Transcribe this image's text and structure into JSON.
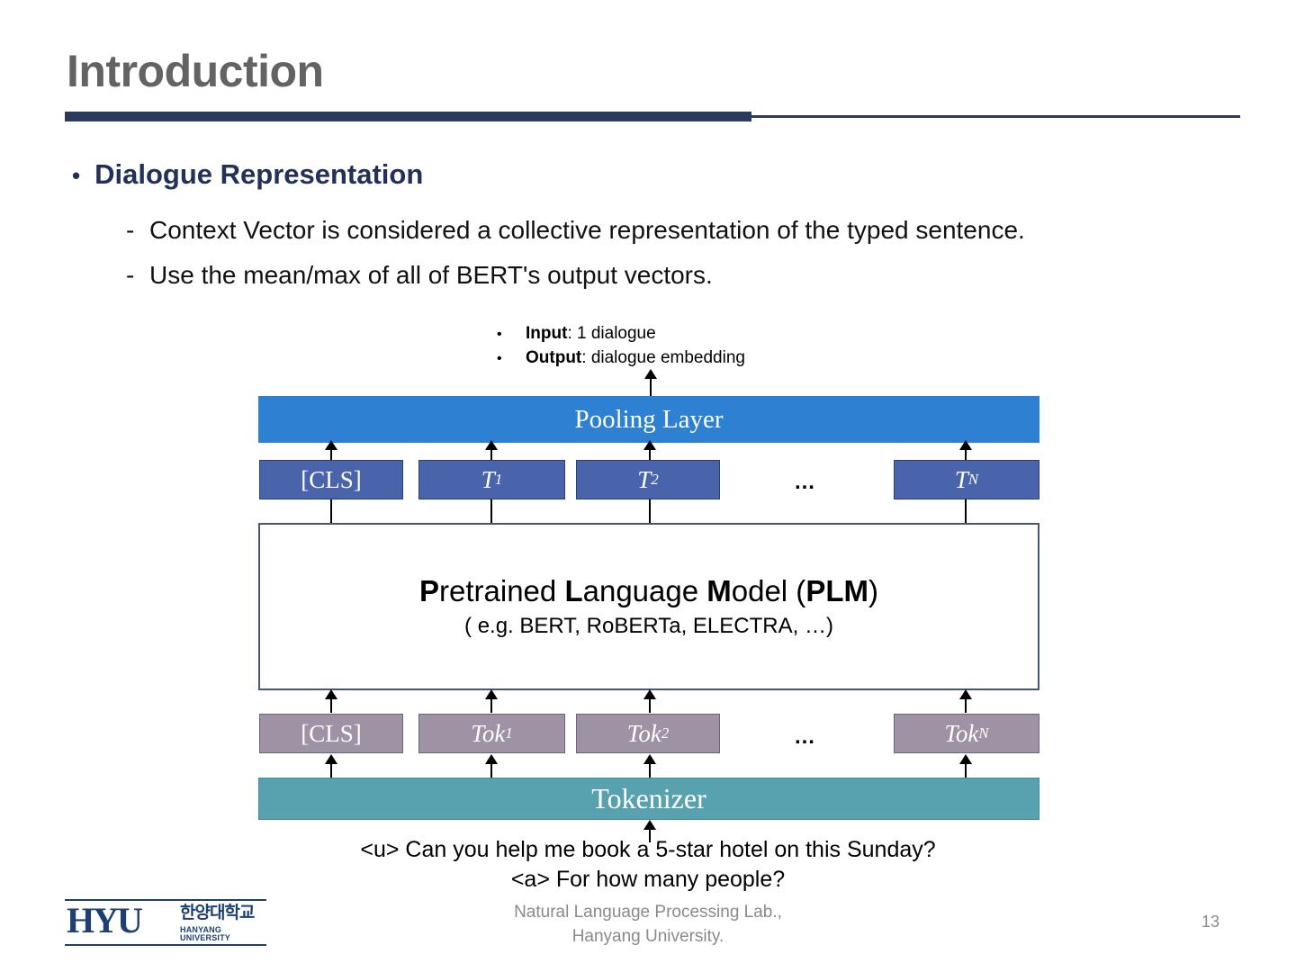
{
  "slide": {
    "title": "Introduction",
    "page_number": "13",
    "accent_navy": "#2b3a5c",
    "title_color": "#636363"
  },
  "bullets": {
    "level1": {
      "marker": "•",
      "text": "Dialogue Representation",
      "color": "#213159"
    },
    "level2": [
      {
        "marker": "-",
        "text": "Context Vector is considered a collective representation of the typed sentence."
      },
      {
        "marker": "-",
        "text": "Use the mean/max of all of BERT's output vectors."
      }
    ]
  },
  "diagram": {
    "io_notes": [
      {
        "marker": "•",
        "label": "Input",
        "value": ": 1 dialogue"
      },
      {
        "marker": "•",
        "label": "Output",
        "value": ": dialogue embedding"
      }
    ],
    "pooling_layer": {
      "label": "Pooling Layer",
      "color": "#2e81d2"
    },
    "output_tokens": {
      "color": "#4a64ac",
      "items": [
        {
          "text": "[CLS]",
          "italic": false,
          "sub": ""
        },
        {
          "text": "T",
          "italic": true,
          "sub": "1"
        },
        {
          "text": "T",
          "italic": true,
          "sub": "2"
        },
        {
          "text": "T",
          "italic": true,
          "sub": "N"
        }
      ],
      "ellipsis": "…"
    },
    "plm": {
      "title_parts": [
        {
          "t": "P",
          "bold": true
        },
        {
          "t": "retrained ",
          "bold": false
        },
        {
          "t": "L",
          "bold": true
        },
        {
          "t": "anguage ",
          "bold": false
        },
        {
          "t": "M",
          "bold": true
        },
        {
          "t": "odel (",
          "bold": false
        },
        {
          "t": "PLM",
          "bold": true
        },
        {
          "t": ")",
          "bold": false
        }
      ],
      "title_plain": "Pretrained Language Model (PLM)",
      "subtitle": "( e.g. BERT, RoBERTa, ELECTRA, …)",
      "border_color": "#44577a"
    },
    "input_tokens": {
      "color": "#9e93a4",
      "items": [
        {
          "text": "[CLS]",
          "italic": false,
          "sub": ""
        },
        {
          "text": "Tok",
          "italic": true,
          "sub": "1"
        },
        {
          "text": "Tok",
          "italic": true,
          "sub": "2"
        },
        {
          "text": "Tok",
          "italic": true,
          "sub": "N"
        }
      ],
      "ellipsis": "…"
    },
    "tokenizer": {
      "label": "Tokenizer",
      "color": "#57a2ae"
    },
    "dialogue_lines": [
      "<u> Can you help me book a 5-star hotel on this Sunday?",
      "<a> For how many people?"
    ]
  },
  "footer": {
    "logo": {
      "mark": "HYU",
      "korean": "한양대학교",
      "english": "HANYANG UNIVERSITY",
      "color": "#1d3f73"
    },
    "lab_lines": [
      "Natural Language Processing Lab.,",
      "Hanyang University."
    ]
  }
}
